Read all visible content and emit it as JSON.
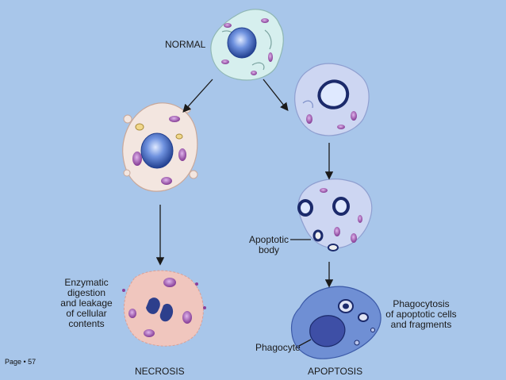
{
  "labels": {
    "normal": "NORMAL",
    "necrosis": "NECROSIS",
    "apoptosis": "APOPTOSIS",
    "enzymatic": [
      "Enzymatic",
      "digestion",
      "and leakage",
      "of cellular",
      "contents"
    ],
    "apoptotic_body": [
      "Apoptotic",
      "body"
    ],
    "phagocytosis": [
      "Phagocytosis",
      "of apoptotic cells",
      "and fragments"
    ],
    "phagocyte": "Phagocyte"
  },
  "page_number": "Page • 57",
  "colors": {
    "background": "#a8c6ea",
    "slide": "#ffffff",
    "normal_cell": "#d6efee",
    "swollen_cell": "#f3e6e0",
    "necrotic_debris": "#f0c6be",
    "apoptotic_cell": "#cdd6f2",
    "phagocyte": "#6f8fd4",
    "nucleus": "#3e63b8",
    "organelle": "#8a3f9a"
  }
}
